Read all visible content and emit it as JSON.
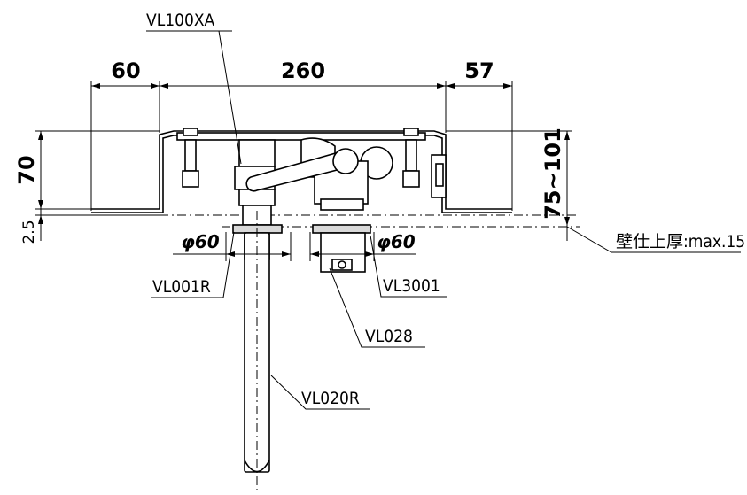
{
  "labels": {
    "valve_top": "VL100XA",
    "flange_left": "VL001R",
    "part_right": "VL3001",
    "part_cap": "VL028",
    "spout": "VL020R",
    "wall": "壁仕上厚:max.15"
  },
  "dimensions": {
    "left_width": "60",
    "center_width": "260",
    "right_width": "57",
    "height": "70",
    "offset": "2.5",
    "depth_range": "75~101",
    "dia_left": "φ60",
    "dia_right": "φ60"
  }
}
